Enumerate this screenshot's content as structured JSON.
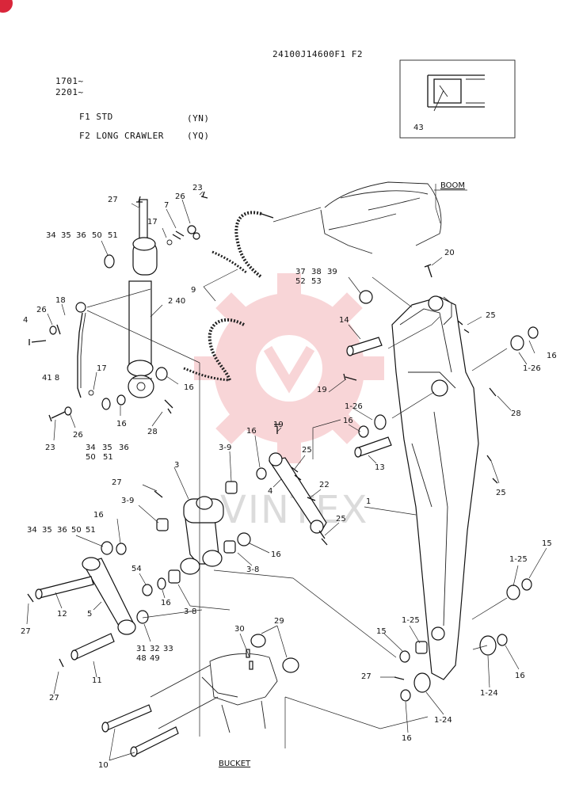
{
  "header": {
    "part_number": "24100J14600F1 F2",
    "serial_1": "1701~",
    "serial_2": "2201~",
    "variant_f1_name": "F1 STD",
    "variant_f1_code": "(YN)",
    "variant_f2_name": "F2 LONG CRAWLER",
    "variant_f2_code": "(YQ)"
  },
  "watermark": "VINTEX",
  "inset_label": "43",
  "section_labels": {
    "boom": "BOOM",
    "bucket": "BUCKET"
  },
  "callouts": {
    "c27a": "27",
    "c23a": "23",
    "c26a": "26",
    "c7": "7",
    "c17a": "17",
    "c34a": "34",
    "c35a": "35",
    "c36a": "36",
    "c50a": "50",
    "c51a": "51",
    "c18": "18",
    "c26b": "26",
    "c4": "4",
    "c240": "2 40",
    "c418": "41 8",
    "c17b": "17",
    "c16a": "16",
    "c23b": "23",
    "c26c": "26",
    "c16b": "16",
    "c34b": "34",
    "c35b": "35",
    "c36b": "36",
    "c50b": "50",
    "c51b": "51",
    "c28a": "28",
    "c9": "9",
    "c37": "37",
    "c38": "38",
    "c39": "39",
    "c52": "52",
    "c53": "53",
    "c20": "20",
    "c25a": "25",
    "c14": "14",
    "c16c": "16",
    "c126a": "1-26",
    "c19a": "19",
    "c28b": "28",
    "c126b": "1-26",
    "c16d": "16",
    "c13": "13",
    "c16e": "16",
    "c19b": "19",
    "c25b": "25",
    "c22": "22",
    "c25c": "25",
    "c25d": "25",
    "c39b": "3-9",
    "c3": "3",
    "c27b": "27",
    "c39c": "3-9",
    "c16f": "16",
    "c34c": "34",
    "c35c": "35",
    "c36c": "36",
    "c50c": "50",
    "c51c": "51",
    "c1": "1",
    "c4b": "4",
    "c16g": "16",
    "c38a": "3-8",
    "c54": "54",
    "c16h": "16",
    "c38b": "3-8",
    "c12": "12",
    "c5": "5",
    "c27c": "27",
    "c31": "31",
    "c32": "32",
    "c33": "33",
    "c48": "48",
    "c49": "49",
    "c11": "11",
    "c27d": "27",
    "c30": "30",
    "c29": "29",
    "c15a": "15",
    "c125a": "1-25",
    "c15b": "15",
    "c125b": "1-25",
    "c27e": "27",
    "c124a": "1-24",
    "c16i": "16",
    "c124b": "1-24",
    "c16j": "16",
    "c10": "10"
  }
}
